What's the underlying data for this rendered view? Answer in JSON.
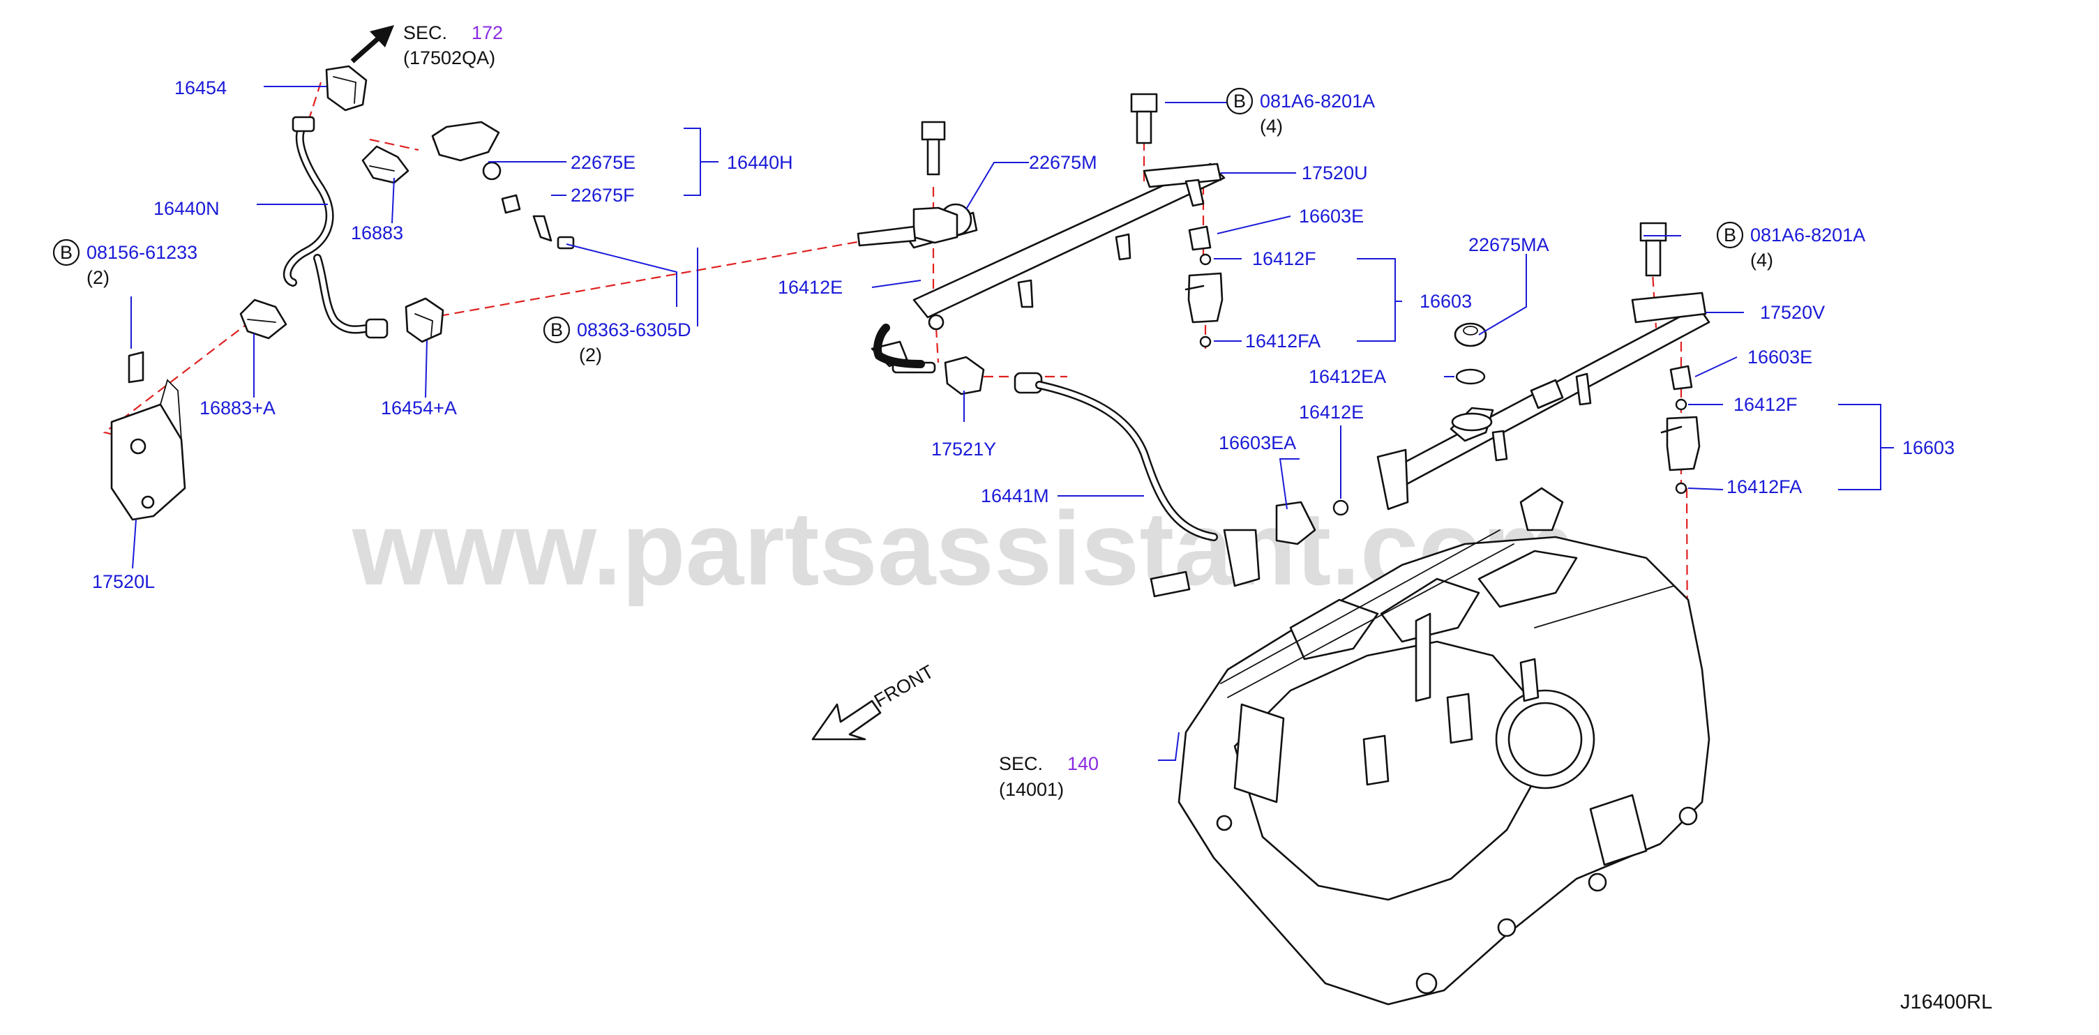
{
  "diagram": {
    "watermark": "www.partsassistant.com",
    "code": "J16400RL",
    "front_label": "FRONT",
    "section_refs": [
      {
        "prefix": "SEC.",
        "number": "172",
        "sub": "(17502QA)"
      },
      {
        "prefix": "SEC.",
        "number": "140",
        "sub": "(14001)"
      }
    ],
    "bolt_refs": [
      {
        "symbol": "B",
        "part": "08156-61233",
        "qty": "(2)"
      },
      {
        "symbol": "B",
        "part": "08363-6305D",
        "qty": "(2)"
      },
      {
        "symbol": "B",
        "part": "081A6-8201A",
        "qty": "(4)"
      },
      {
        "symbol": "B",
        "part": "081A6-8201A",
        "qty": "(4)"
      }
    ],
    "callouts": [
      "16454",
      "16440N",
      "16883",
      "22675E",
      "22675F",
      "16440H",
      "16883+A",
      "16454+A",
      "17520L",
      "22675M",
      "16412E",
      "17521Y",
      "16441M",
      "17520U",
      "16603E",
      "16412F",
      "16603",
      "16412FA",
      "22675MA",
      "16412EA",
      "16412E",
      "16603EA",
      "17520V",
      "16603E",
      "16412F",
      "16603",
      "16412FA"
    ],
    "colors": {
      "label": "#1a1ad8",
      "section_number": "#8a2be2",
      "dashed_leader": "#e02020",
      "line_art": "#111111"
    }
  }
}
